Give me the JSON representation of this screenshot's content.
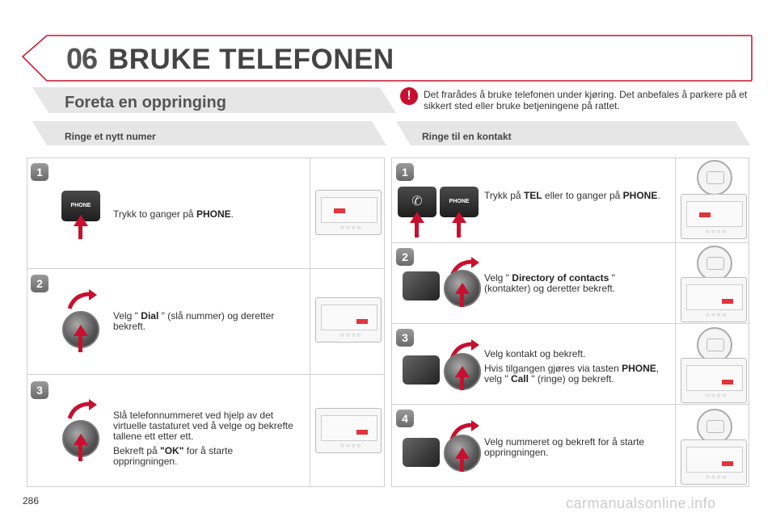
{
  "header": {
    "chapter_number": "06",
    "chapter_title": "BRUKE TELEFONEN"
  },
  "section": {
    "title": "Foreta en oppringing",
    "warning_text": "Det frarådes å bruke telefonen under kjøring. Det anbefales å parkere på et sikkert sted eller bruke betjeningene på rattet."
  },
  "left": {
    "subtitle": "Ringe et nytt numer",
    "steps": [
      {
        "badge": "1",
        "button_label": "PHONE",
        "text_pre": "Trykk to ganger på ",
        "text_bold": "PHONE",
        "text_post": "."
      },
      {
        "badge": "2",
        "text_pre": "Velg \" ",
        "text_bold": "Dial",
        "text_post": " \" (slå nummer) og deretter bekreft."
      },
      {
        "badge": "3",
        "text1": "Slå telefonnummeret ved hjelp av det virtuelle tastaturet ved å velge og bekrefte tallene ett etter ett.",
        "text2_pre": "Bekreft på ",
        "text2_bold": "\"OK\"",
        "text2_post": " for å starte oppringningen."
      }
    ]
  },
  "right": {
    "subtitle": "Ringe til en kontakt",
    "steps": [
      {
        "badge": "1",
        "button_label": "PHONE",
        "text_pre": "Trykk på ",
        "text_bold": "TEL",
        "text_mid": " eller to ganger på ",
        "text_bold2": "PHONE",
        "text_post": "."
      },
      {
        "badge": "2",
        "text_pre": "Velg \" ",
        "text_bold": "Directory of contacts",
        "text_post": " \" (kontakter) og deretter bekreft."
      },
      {
        "badge": "3",
        "text1": "Velg kontakt og bekreft.",
        "text2_pre": "Hvis tilgangen gjøres via tasten ",
        "text2_bold": "PHONE",
        "text2_mid": ", velg \" ",
        "text2_bold2": "Call",
        "text2_post": " \" (ringe) og bekreft."
      },
      {
        "badge": "4",
        "text1": "Velg nummeret og bekreft for å starte oppringningen."
      }
    ]
  },
  "footer": {
    "page_number": "286",
    "watermark": "carmanualsonline.info"
  },
  "colors": {
    "accent": "#c8102e",
    "bar_grey": "#e6e6e6"
  }
}
